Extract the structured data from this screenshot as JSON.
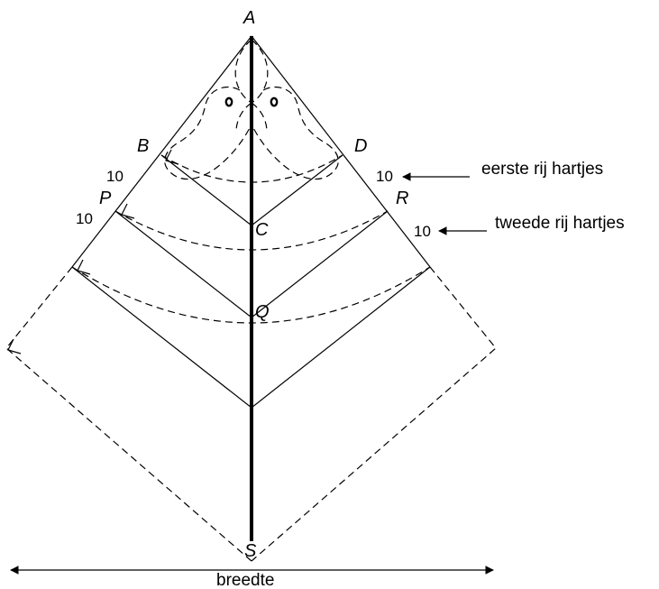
{
  "points": {
    "A": "A",
    "B": "B",
    "C": "C",
    "D": "D",
    "P": "P",
    "Q": "Q",
    "R": "R",
    "S": "S"
  },
  "measures": {
    "left_upper": "10",
    "left_lower": "10",
    "right_upper": "10",
    "right_lower": "10"
  },
  "annotations": {
    "first_row": "eerste rij hartjes",
    "second_row": "tweede rij hartjes",
    "width": "breedte"
  }
}
